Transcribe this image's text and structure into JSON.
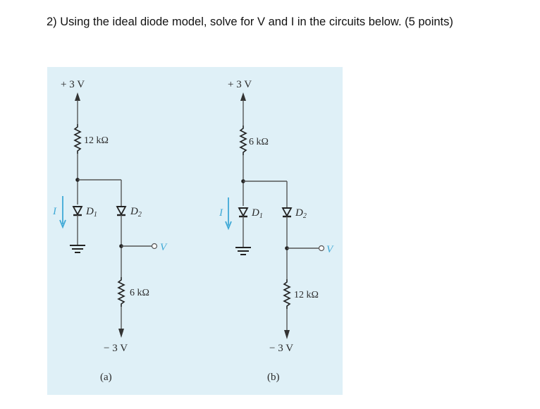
{
  "question": {
    "text": "2) Using the ideal diode model, solve for V and I in the circuits below. (5 points)"
  },
  "colors": {
    "panel_bg": "#dff0f7",
    "wire": "#555555",
    "accent_blue": "#3fa9d6",
    "text": "#111111"
  },
  "circuits": [
    {
      "id": "a",
      "caption": "(a)",
      "supply_top": "+ 3 V",
      "resistor_top": "12 kΩ",
      "current_label": "I",
      "diode1": "D",
      "diode1_sub": "1",
      "diode2": "D",
      "diode2_sub": "2",
      "output_label": "V",
      "resistor_bottom": "6 kΩ",
      "supply_bottom": "− 3 V"
    },
    {
      "id": "b",
      "caption": "(b)",
      "supply_top": "+ 3 V",
      "resistor_top": "6 kΩ",
      "current_label": "I",
      "diode1": "D",
      "diode1_sub": "1",
      "diode2": "D",
      "diode2_sub": "2",
      "output_label": "V",
      "resistor_bottom": "12 kΩ",
      "supply_bottom": "− 3 V"
    }
  ]
}
